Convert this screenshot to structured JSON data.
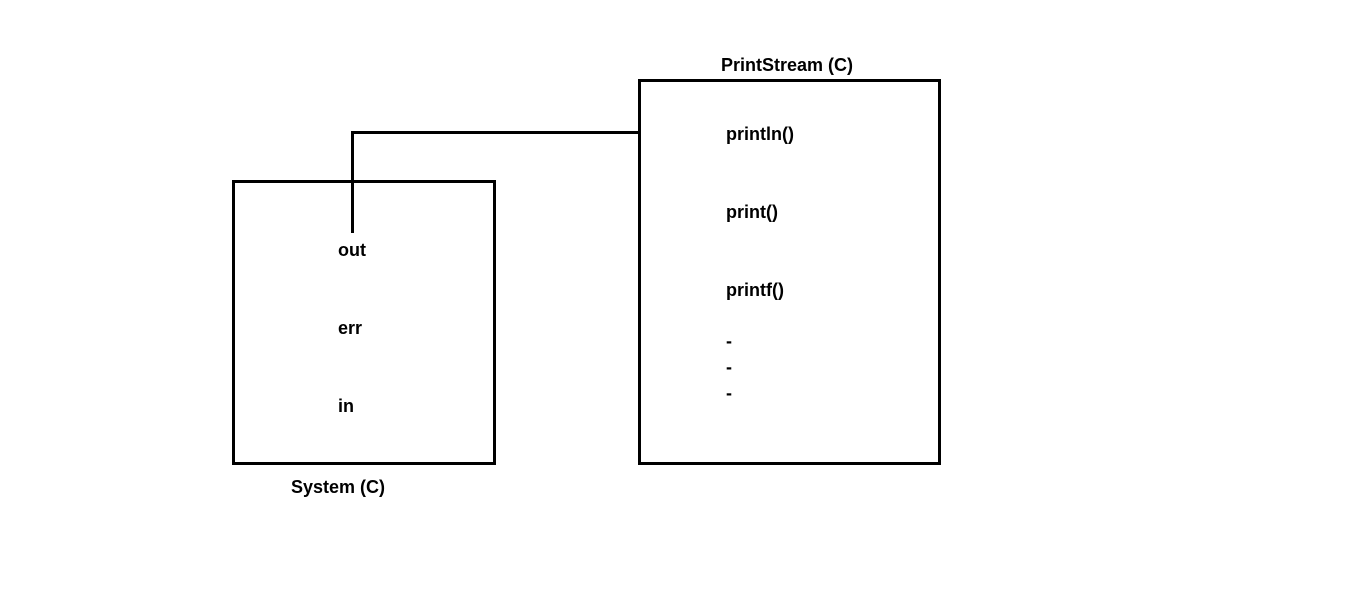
{
  "system_class": {
    "title": "System (C)",
    "fields": [
      "out",
      "err",
      "in"
    ]
  },
  "printstream_class": {
    "title": "PrintStream (C)",
    "methods": [
      "println()",
      "print()",
      "printf()"
    ],
    "ellipsis": [
      "-",
      "-",
      "-"
    ]
  },
  "colors": {
    "stroke": "#000000",
    "background": "#ffffff"
  }
}
